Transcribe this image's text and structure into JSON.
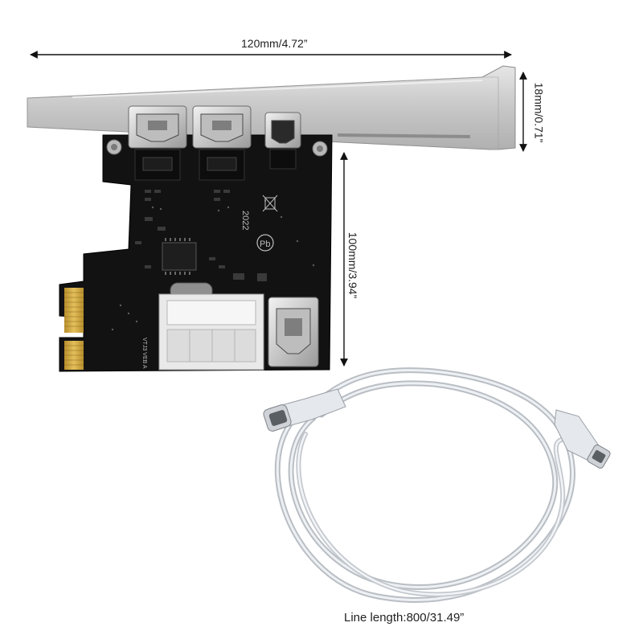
{
  "dimensions": {
    "width_label": "120mm/4.72”",
    "height_label": "100mm/3.94”",
    "bracket_label": "18mm/0.71”"
  },
  "cable": {
    "caption": "Line length:800/31.49”"
  },
  "board": {
    "silk_year": "2022",
    "silk_pb": "Pb",
    "silk_power": "VTJ3  VEB  A"
  },
  "colors": {
    "pcb": "#121212",
    "bracket": "#cfcfcf",
    "gold": "#c8a13a",
    "molex": "#e9e9e9",
    "cable": "#d9dde2"
  }
}
